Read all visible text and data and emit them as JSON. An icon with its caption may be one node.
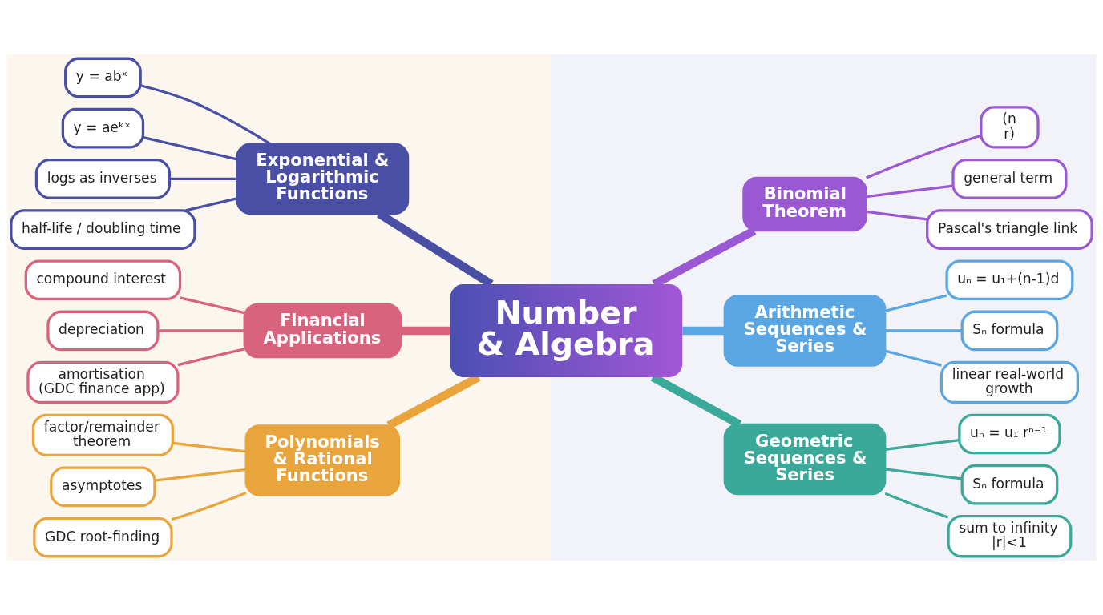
{
  "diagram": {
    "nodes": [
      {
        "text": [
          "Number & Algebra"
        ]
      },
      {
        "text": [
          "Exponential & Logarithmic Functions"
        ]
      },
      {
        "text": [
          "y = abˣ"
        ]
      },
      {
        "text": [
          "y = aeᵏˣ"
        ]
      },
      {
        "text": [
          "logs as inverses"
        ]
      },
      {
        "text": [
          "half-life / doubling time"
        ]
      },
      {
        "text": [
          "Binomial Theorem"
        ]
      },
      {
        "text": [
          "(n r)"
        ]
      },
      {
        "text": [
          "general term"
        ]
      },
      {
        "text": [
          "Pascal's triangle link"
        ]
      },
      {
        "text": [
          "Financial Applications"
        ]
      },
      {
        "text": [
          "compound interest"
        ]
      },
      {
        "text": [
          "depreciation"
        ]
      },
      {
        "text": [
          "amortisation (GDC finance app)"
        ]
      },
      {
        "text": [
          "Arithmetic Sequences & Series"
        ]
      },
      {
        "text": [
          "uₙ = u₁+(n-1)d"
        ]
      },
      {
        "text": [
          "Sₙ formula"
        ]
      },
      {
        "text": [
          "linear real-world growth"
        ]
      },
      {
        "text": [
          "Polynomials & Rational Functions"
        ]
      },
      {
        "text": [
          "factor/remainder theorem"
        ]
      },
      {
        "text": [
          "asymptotes"
        ]
      },
      {
        "text": [
          "GDC root-finding"
        ]
      },
      {
        "text": [
          "Geometric Sequences & Series"
        ]
      },
      {
        "text": [
          "uₙ = u₁ rⁿ⁻¹"
        ]
      },
      {
        "text": [
          "Sₙ formula"
        ]
      },
      {
        "text": [
          "sum to infinity |r|<1"
        ]
      }
    ],
    "edges": [
      {
        "from": 1,
        "to": 0,
        "arrow": "none",
        "style": "thick",
        "color": "#4a4fa6"
      },
      {
        "from": 2,
        "to": 1,
        "arrow": "none",
        "color": "#4a4fa6"
      },
      {
        "from": 3,
        "to": 1,
        "arrow": "none",
        "color": "#4a4fa6"
      },
      {
        "from": 4,
        "to": 1,
        "arrow": "none",
        "color": "#4a4fa6"
      },
      {
        "from": 5,
        "to": 1,
        "arrow": "none",
        "color": "#4a4fa6"
      },
      {
        "from": 0,
        "to": 6,
        "arrow": "none",
        "style": "thick",
        "color": "#9a58d2"
      },
      {
        "from": 6,
        "to": 7,
        "arrow": "none",
        "color": "#9a58d2"
      },
      {
        "from": 6,
        "to": 8,
        "arrow": "none",
        "color": "#9a58d2"
      },
      {
        "from": 6,
        "to": 9,
        "arrow": "none",
        "color": "#9a58d2"
      },
      {
        "from": 10,
        "to": 0,
        "arrow": "none",
        "style": "thick",
        "color": "#d9637c"
      },
      {
        "from": 11,
        "to": 10,
        "arrow": "none",
        "color": "#d9637c"
      },
      {
        "from": 12,
        "to": 10,
        "arrow": "none",
        "color": "#d9637c"
      },
      {
        "from": 13,
        "to": 10,
        "arrow": "none",
        "color": "#d9637c"
      },
      {
        "from": 0,
        "to": 14,
        "arrow": "none",
        "style": "thick",
        "color": "#5aa6e2"
      },
      {
        "from": 14,
        "to": 15,
        "arrow": "none",
        "color": "#5aa6e2"
      },
      {
        "from": 14,
        "to": 16,
        "arrow": "none",
        "color": "#5aa6e2"
      },
      {
        "from": 14,
        "to": 17,
        "arrow": "none",
        "color": "#5aa6e2"
      },
      {
        "from": 18,
        "to": 0,
        "arrow": "none",
        "style": "thick",
        "color": "#e9a53b"
      },
      {
        "from": 19,
        "to": 18,
        "arrow": "none",
        "color": "#e9a53b"
      },
      {
        "from": 20,
        "to": 18,
        "arrow": "none",
        "color": "#e9a53b"
      },
      {
        "from": 21,
        "to": 18,
        "arrow": "none",
        "color": "#e9a53b"
      },
      {
        "from": 0,
        "to": 22,
        "arrow": "none",
        "style": "thick",
        "color": "#3aa99a"
      },
      {
        "from": 22,
        "to": 23,
        "arrow": "none",
        "color": "#3aa99a"
      },
      {
        "from": 22,
        "to": 24,
        "arrow": "none",
        "color": "#3aa99a"
      },
      {
        "from": 22,
        "to": 25,
        "arrow": "none",
        "color": "#3aa99a"
      }
    ]
  }
}
